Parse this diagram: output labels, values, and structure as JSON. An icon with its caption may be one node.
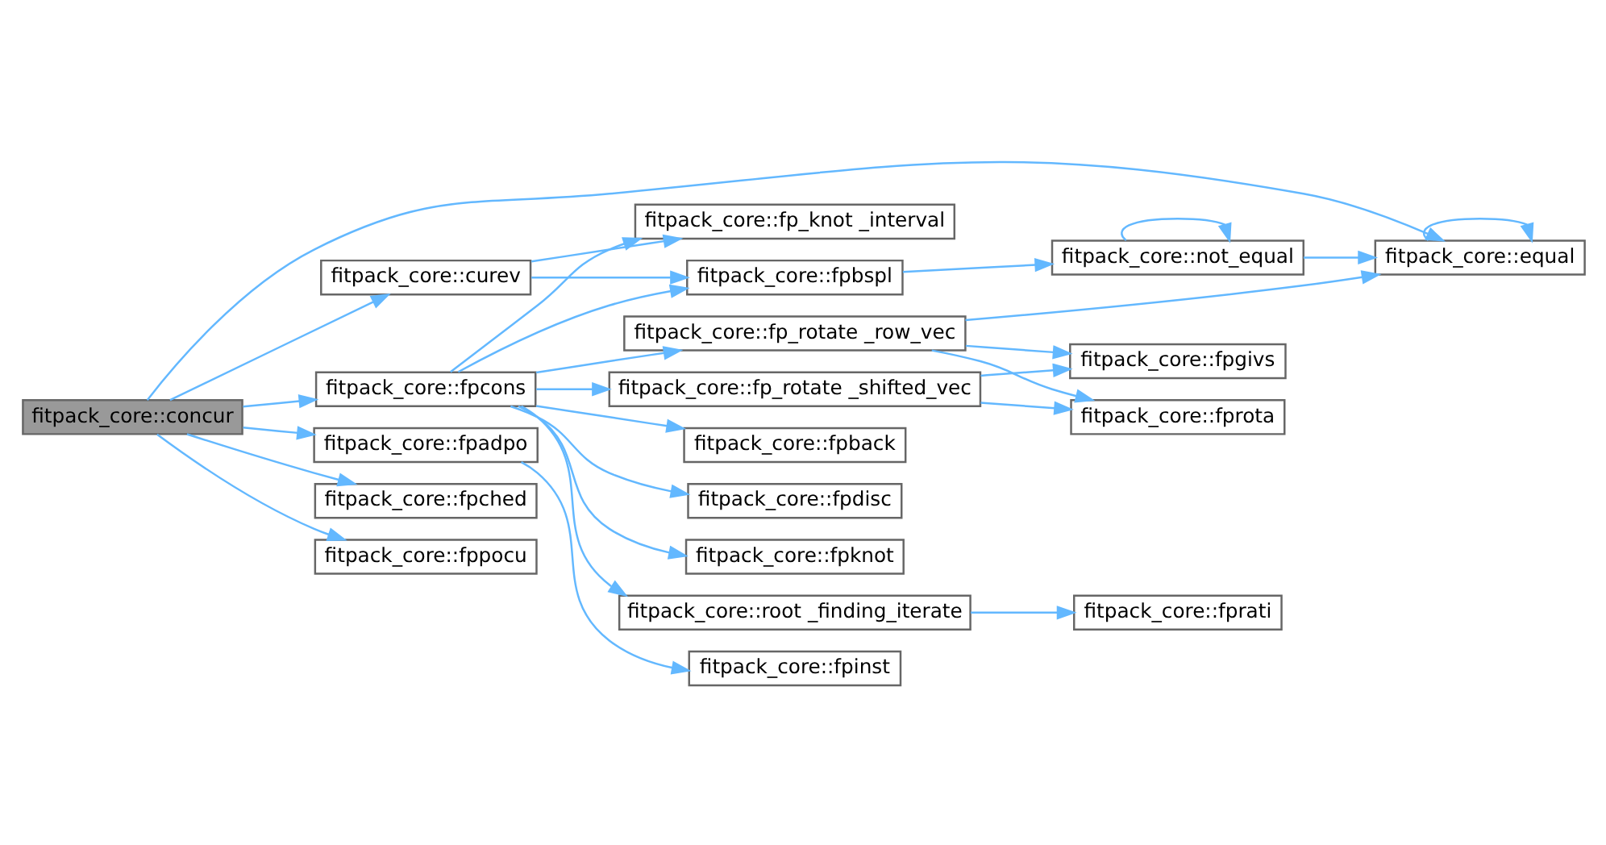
{
  "diagram": {
    "nodes": [
      {
        "text": [
          "fitpack_core::concur"
        ]
      },
      {
        "text": [
          "fitpack_core::curev"
        ]
      },
      {
        "text": [
          "fitpack_core::fpcons"
        ]
      },
      {
        "text": [
          "fitpack_core::fpadpo"
        ]
      },
      {
        "text": [
          "fitpack_core::fpched"
        ]
      },
      {
        "text": [
          "fitpack_core::fppocu"
        ]
      },
      {
        "text": [
          "fitpack_core::fp_knot _interval"
        ]
      },
      {
        "text": [
          "fitpack_core::fpbspl"
        ]
      },
      {
        "text": [
          "fitpack_core::fp_rotate _row_vec"
        ]
      },
      {
        "text": [
          "fitpack_core::fp_rotate _shifted_vec"
        ]
      },
      {
        "text": [
          "fitpack_core::fpback"
        ]
      },
      {
        "text": [
          "fitpack_core::fpdisc"
        ]
      },
      {
        "text": [
          "fitpack_core::fpknot"
        ]
      },
      {
        "text": [
          "fitpack_core::root _finding_iterate"
        ]
      },
      {
        "text": [
          "fitpack_core::fpinst"
        ]
      },
      {
        "text": [
          "fitpack_core::not_equal"
        ]
      },
      {
        "text": [
          "fitpack_core::equal"
        ]
      },
      {
        "text": [
          "fitpack_core::fpgivs"
        ]
      },
      {
        "text": [
          "fitpack_core::fprota"
        ]
      },
      {
        "text": [
          "fitpack_core::fprati"
        ]
      }
    ],
    "edges": [
      {
        "from": 0,
        "to": 16,
        "arrow": "to"
      },
      {
        "from": 0,
        "to": 1,
        "arrow": "to"
      },
      {
        "from": 0,
        "to": 2,
        "arrow": "to"
      },
      {
        "from": 0,
        "to": 3,
        "arrow": "to"
      },
      {
        "from": 0,
        "to": 4,
        "arrow": "to"
      },
      {
        "from": 0,
        "to": 5,
        "arrow": "to"
      },
      {
        "from": 1,
        "to": 6,
        "arrow": "to"
      },
      {
        "from": 1,
        "to": 7,
        "arrow": "to"
      },
      {
        "from": 2,
        "to": 6,
        "arrow": "to"
      },
      {
        "from": 2,
        "to": 7,
        "arrow": "to"
      },
      {
        "from": 2,
        "to": 8,
        "arrow": "to"
      },
      {
        "from": 2,
        "to": 9,
        "arrow": "to"
      },
      {
        "from": 2,
        "to": 10,
        "arrow": "to"
      },
      {
        "from": 2,
        "to": 11,
        "arrow": "to"
      },
      {
        "from": 2,
        "to": 12,
        "arrow": "to"
      },
      {
        "from": 2,
        "to": 13,
        "arrow": "to"
      },
      {
        "from": 3,
        "to": 14,
        "arrow": "to"
      },
      {
        "from": 7,
        "to": 15,
        "arrow": "to"
      },
      {
        "from": 15,
        "to": 15,
        "arrow": "to"
      },
      {
        "from": 15,
        "to": 16,
        "arrow": "to"
      },
      {
        "from": 16,
        "to": 16,
        "arrow": "to"
      },
      {
        "from": 8,
        "to": 16,
        "arrow": "to"
      },
      {
        "from": 8,
        "to": 17,
        "arrow": "to"
      },
      {
        "from": 8,
        "to": 18,
        "arrow": "to"
      },
      {
        "from": 9,
        "to": 17,
        "arrow": "to"
      },
      {
        "from": 9,
        "to": 18,
        "arrow": "to"
      },
      {
        "from": 13,
        "to": 19,
        "arrow": "to"
      }
    ]
  }
}
